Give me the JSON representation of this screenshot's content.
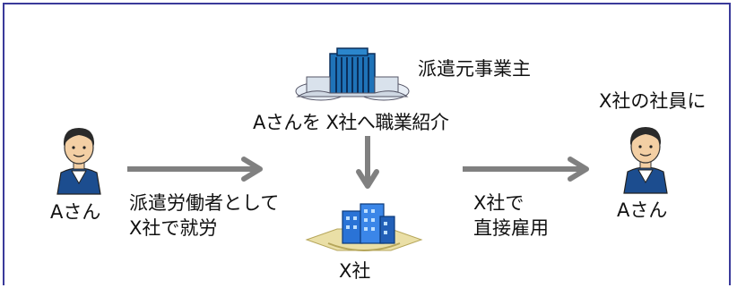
{
  "diagram": {
    "dispatch_agency_label": "派遣元事業主",
    "referral_label": "Aさんを X社へ職業紹介",
    "worker_left_label": "Aさん",
    "dispatch_work_line1": "派遣労働者として",
    "dispatch_work_line2": "X社で就労",
    "company_label": "X社",
    "direct_hire_line1": "X社で",
    "direct_hire_line2": "直接雇用",
    "employee_label": "X社の社員に",
    "worker_right_label": "Aさん"
  }
}
